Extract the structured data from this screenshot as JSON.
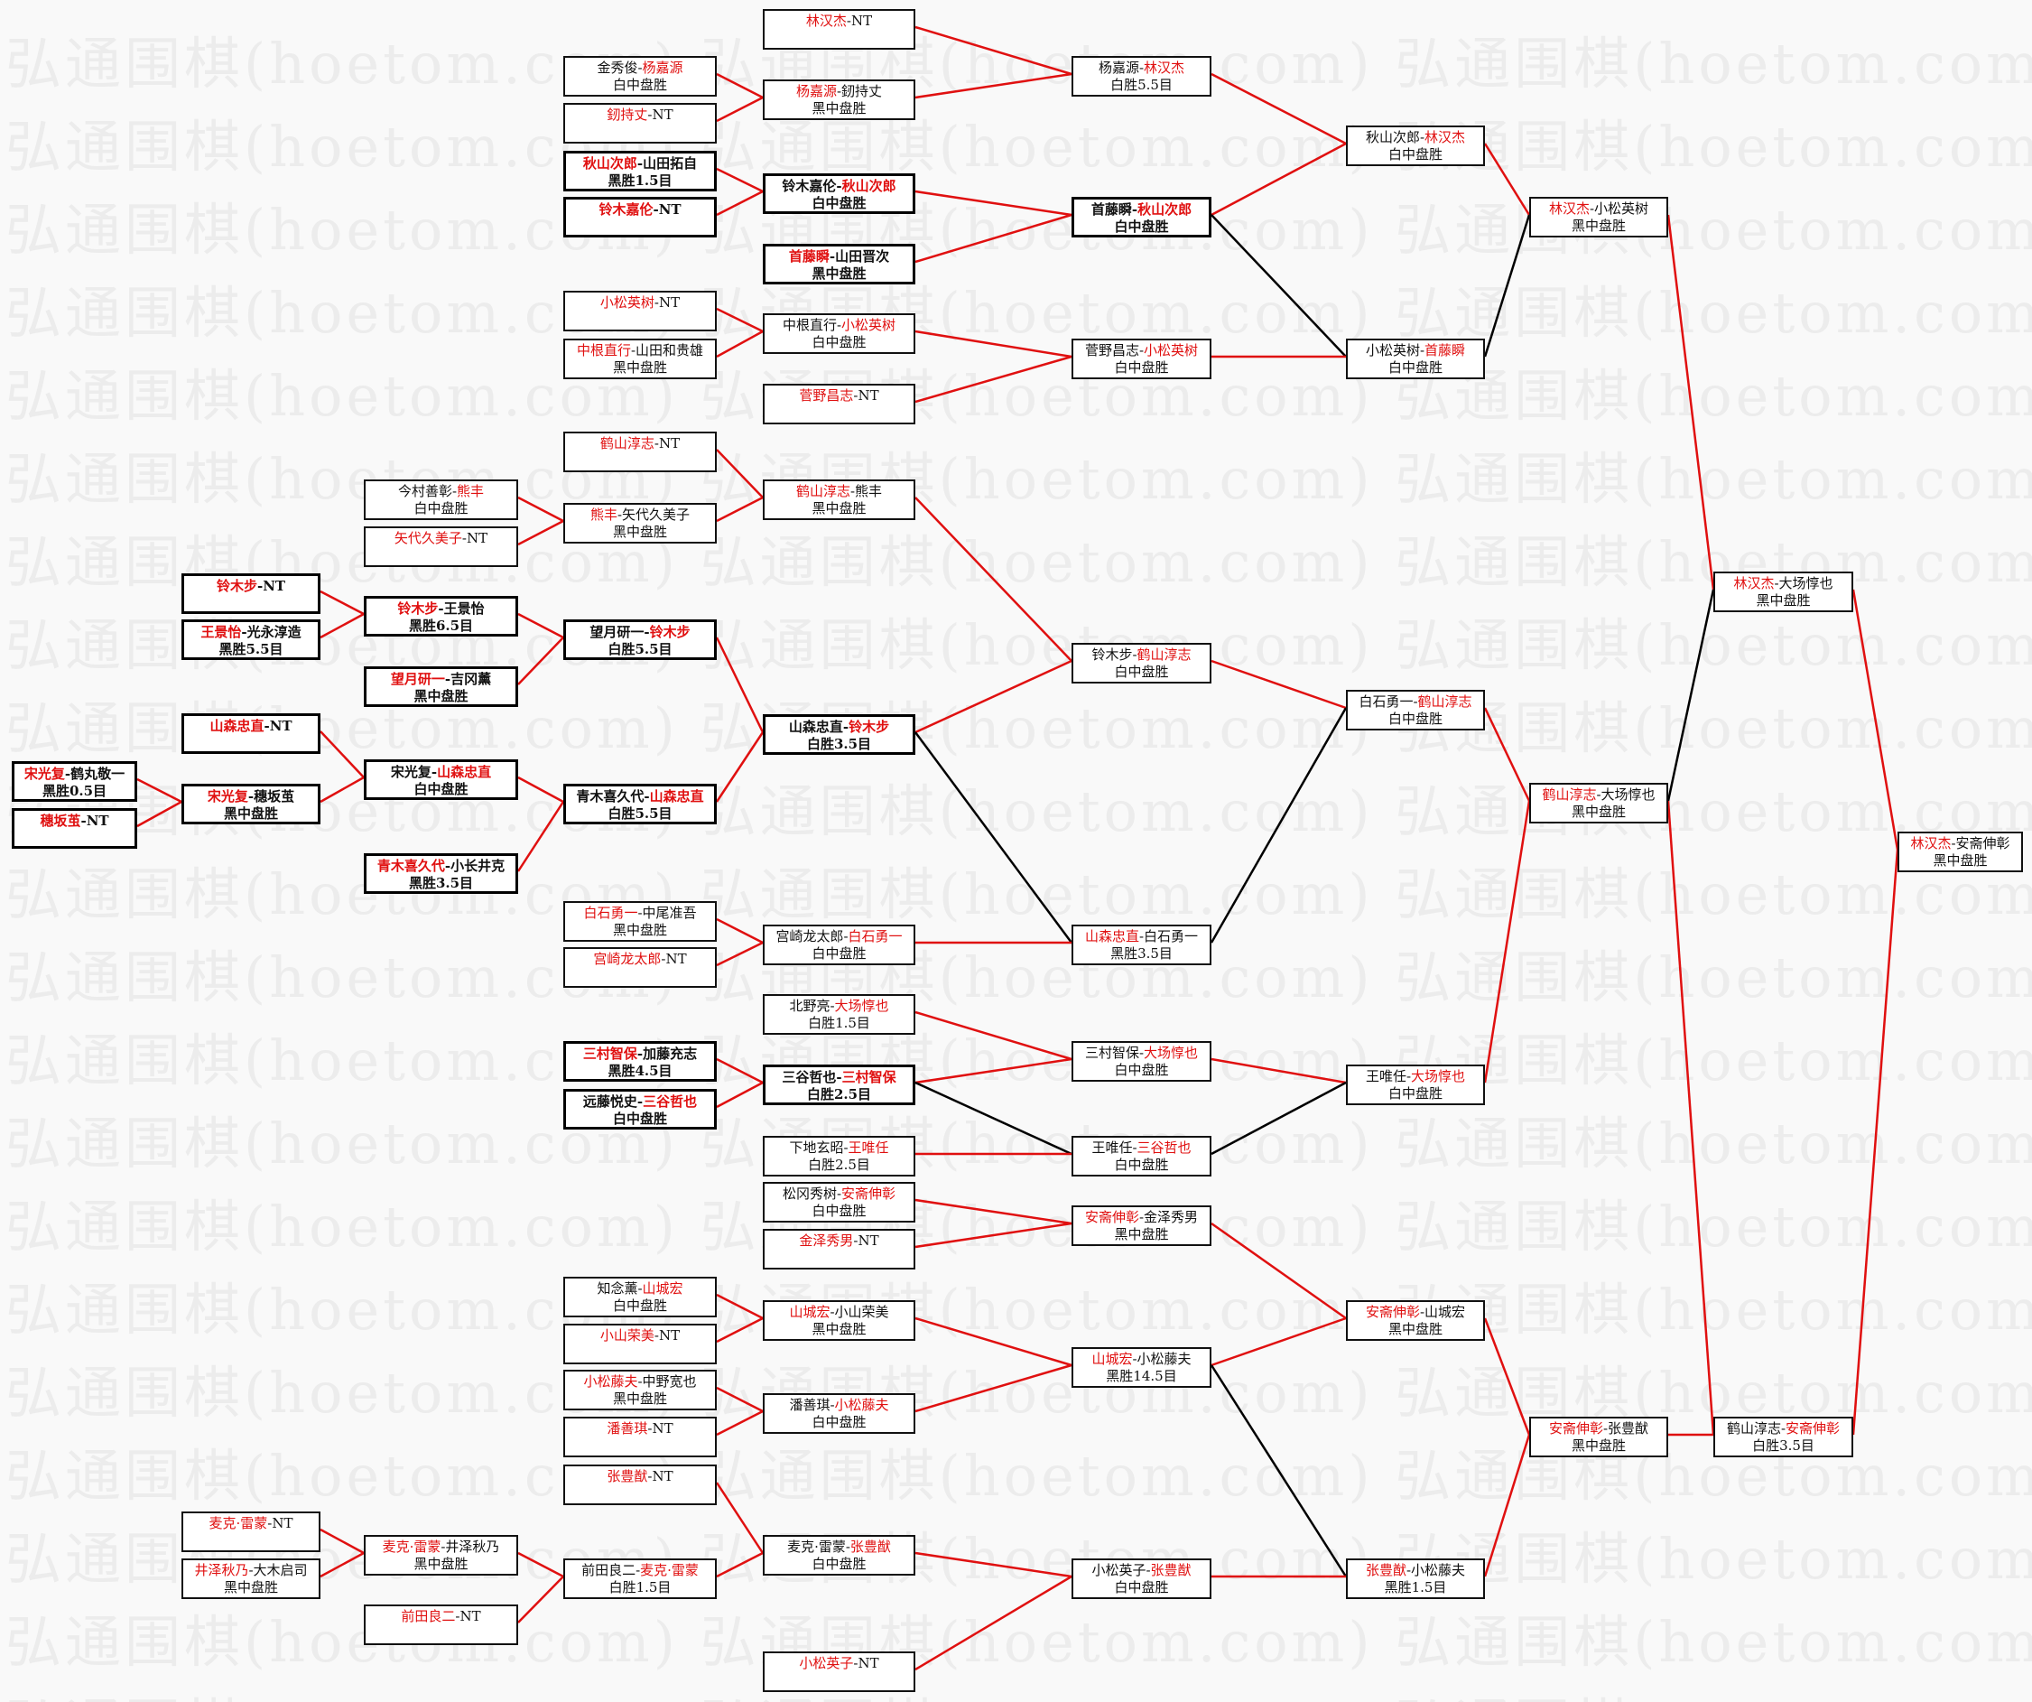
{
  "title": "Double elimination tournament bracket",
  "watermark": "弘通围棋(hoetom.com)",
  "colors": {
    "winner_text": "#e01010",
    "winner_path": "#e01010",
    "loser_path": "#000000",
    "box_border": "#111111"
  },
  "matches": [
    {
      "id": "m01",
      "p1": "林汉杰",
      "p2": "NT",
      "winner": 1,
      "result": "",
      "highlight": false
    },
    {
      "id": "m02",
      "p1": "金秀俊",
      "p2": "杨嘉源",
      "winner": 2,
      "result": "白中盘胜",
      "highlight": false
    },
    {
      "id": "m03",
      "p1": "釰持丈",
      "p2": "NT",
      "winner": 1,
      "result": "",
      "highlight": false
    },
    {
      "id": "m04",
      "p1": "杨嘉源",
      "p2": "釰持丈",
      "winner": 1,
      "result": "黑中盘胜",
      "highlight": false
    },
    {
      "id": "m05",
      "p1": "杨嘉源",
      "p2": "林汉杰",
      "winner": 2,
      "result": "白胜5.5目",
      "highlight": false
    },
    {
      "id": "m06",
      "p1": "秋山次郎",
      "p2": "山田拓自",
      "winner": 1,
      "result": "黑胜1.5目",
      "highlight": true
    },
    {
      "id": "m07",
      "p1": "铃木嘉伦",
      "p2": "NT",
      "winner": 1,
      "result": "",
      "highlight": true
    },
    {
      "id": "m08",
      "p1": "铃木嘉伦",
      "p2": "秋山次郎",
      "winner": 2,
      "result": "白中盘胜",
      "highlight": true
    },
    {
      "id": "m09",
      "p1": "首藤瞬",
      "p2": "山田晋次",
      "winner": 1,
      "result": "黑中盘胜",
      "highlight": true
    },
    {
      "id": "m10",
      "p1": "首藤瞬",
      "p2": "秋山次郎",
      "winner": 2,
      "result": "白中盘胜",
      "highlight": true
    },
    {
      "id": "m11",
      "p1": "秋山次郎",
      "p2": "林汉杰",
      "winner": 2,
      "result": "白中盘胜",
      "highlight": false
    },
    {
      "id": "m12",
      "p1": "小松英树",
      "p2": "NT",
      "winner": 1,
      "result": "",
      "highlight": false
    },
    {
      "id": "m13",
      "p1": "中根直行",
      "p2": "山田和贵雄",
      "winner": 1,
      "result": "黑中盘胜",
      "highlight": false
    },
    {
      "id": "m14",
      "p1": "中根直行",
      "p2": "小松英树",
      "winner": 2,
      "result": "白中盘胜",
      "highlight": false
    },
    {
      "id": "m15",
      "p1": "菅野昌志",
      "p2": "NT",
      "winner": 1,
      "result": "",
      "highlight": false
    },
    {
      "id": "m16",
      "p1": "菅野昌志",
      "p2": "小松英树",
      "winner": 2,
      "result": "白中盘胜",
      "highlight": false
    },
    {
      "id": "m17",
      "p1": "小松英树",
      "p2": "首藤瞬",
      "winner": 2,
      "result": "白中盘胜",
      "highlight": false
    },
    {
      "id": "m18",
      "p1": "林汉杰",
      "p2": "小松英树",
      "winner": 1,
      "result": "黑中盘胜",
      "highlight": false
    },
    {
      "id": "m19",
      "p1": "鹤山淳志",
      "p2": "NT",
      "winner": 1,
      "result": "",
      "highlight": false
    },
    {
      "id": "m20",
      "p1": "今村善彰",
      "p2": "熊丰",
      "winner": 2,
      "result": "白中盘胜",
      "highlight": false
    },
    {
      "id": "m21",
      "p1": "矢代久美子",
      "p2": "NT",
      "winner": 1,
      "result": "",
      "highlight": false
    },
    {
      "id": "m22",
      "p1": "熊丰",
      "p2": "矢代久美子",
      "winner": 1,
      "result": "黑中盘胜",
      "highlight": false
    },
    {
      "id": "m23",
      "p1": "鹤山淳志",
      "p2": "熊丰",
      "winner": 1,
      "result": "黑中盘胜",
      "highlight": false
    },
    {
      "id": "m24",
      "p1": "铃木步",
      "p2": "NT",
      "winner": 1,
      "result": "",
      "highlight": true
    },
    {
      "id": "m25",
      "p1": "王景怡",
      "p2": "光永淳造",
      "winner": 1,
      "result": "黑胜5.5目",
      "highlight": true
    },
    {
      "id": "m26",
      "p1": "铃木步",
      "p2": "王景怡",
      "winner": 1,
      "result": "黑胜6.5目",
      "highlight": true
    },
    {
      "id": "m27",
      "p1": "望月研一",
      "p2": "吉冈薰",
      "winner": 1,
      "result": "黑中盘胜",
      "highlight": true
    },
    {
      "id": "m28",
      "p1": "望月研一",
      "p2": "铃木步",
      "winner": 2,
      "result": "白胜5.5目",
      "highlight": true
    },
    {
      "id": "m29",
      "p1": "山森忠直",
      "p2": "NT",
      "winner": 1,
      "result": "",
      "highlight": true
    },
    {
      "id": "m30",
      "p1": "宋光复",
      "p2": "鹤丸敬一",
      "winner": 1,
      "result": "黑胜0.5目",
      "highlight": true
    },
    {
      "id": "m31",
      "p1": "穗坂茧",
      "p2": "NT",
      "winner": 1,
      "result": "",
      "highlight": true
    },
    {
      "id": "m32",
      "p1": "宋光复",
      "p2": "穗坂茧",
      "winner": 1,
      "result": "黑中盘胜",
      "highlight": true
    },
    {
      "id": "m33",
      "p1": "宋光复",
      "p2": "山森忠直",
      "winner": 2,
      "result": "白中盘胜",
      "highlight": true
    },
    {
      "id": "m34",
      "p1": "青木喜久代",
      "p2": "小长井克",
      "winner": 1,
      "result": "黑胜3.5目",
      "highlight": true
    },
    {
      "id": "m35",
      "p1": "青木喜久代",
      "p2": "山森忠直",
      "winner": 2,
      "result": "白胜5.5目",
      "highlight": true
    },
    {
      "id": "m36",
      "p1": "山森忠直",
      "p2": "铃木步",
      "winner": 2,
      "result": "白胜3.5目",
      "highlight": true
    },
    {
      "id": "m37",
      "p1": "铃木步",
      "p2": "鹤山淳志",
      "winner": 2,
      "result": "白中盘胜",
      "highlight": false
    },
    {
      "id": "m38",
      "p1": "白石勇一",
      "p2": "中尾准吾",
      "winner": 1,
      "result": "黑中盘胜",
      "highlight": false
    },
    {
      "id": "m39",
      "p1": "宫崎龙太郎",
      "p2": "NT",
      "winner": 1,
      "result": "",
      "highlight": false
    },
    {
      "id": "m40",
      "p1": "宫崎龙太郎",
      "p2": "白石勇一",
      "winner": 2,
      "result": "白中盘胜",
      "highlight": false
    },
    {
      "id": "m41",
      "p1": "山森忠直",
      "p2": "白石勇一",
      "winner": 1,
      "result": "黑胜3.5目",
      "highlight": false
    },
    {
      "id": "m42",
      "p1": "白石勇一",
      "p2": "鹤山淳志",
      "winner": 2,
      "result": "白中盘胜",
      "highlight": false
    },
    {
      "id": "m43",
      "p1": "北野亮",
      "p2": "大场惇也",
      "winner": 2,
      "result": "白胜1.5目",
      "highlight": false
    },
    {
      "id": "m44",
      "p1": "三村智保",
      "p2": "加藤充志",
      "winner": 1,
      "result": "黑胜4.5目",
      "highlight": true
    },
    {
      "id": "m45",
      "p1": "远藤悦史",
      "p2": "三谷哲也",
      "winner": 2,
      "result": "白中盘胜",
      "highlight": true
    },
    {
      "id": "m46",
      "p1": "三谷哲也",
      "p2": "三村智保",
      "winner": 2,
      "result": "白胜2.5目",
      "highlight": true
    },
    {
      "id": "m47",
      "p1": "三村智保",
      "p2": "大场惇也",
      "winner": 2,
      "result": "白中盘胜",
      "highlight": false
    },
    {
      "id": "m48",
      "p1": "下地玄昭",
      "p2": "王唯任",
      "winner": 2,
      "result": "白胜2.5目",
      "highlight": false
    },
    {
      "id": "m49",
      "p1": "王唯任",
      "p2": "三谷哲也",
      "winner": 2,
      "result": "白中盘胜",
      "highlight": false
    },
    {
      "id": "m50",
      "p1": "王唯任",
      "p2": "大场惇也",
      "winner": 2,
      "result": "白中盘胜",
      "highlight": false
    },
    {
      "id": "m51",
      "p1": "鹤山淳志",
      "p2": "大场惇也",
      "winner": 1,
      "result": "黑中盘胜",
      "highlight": false
    },
    {
      "id": "m52",
      "p1": "林汉杰",
      "p2": "大场惇也",
      "winner": 1,
      "result": "黑中盘胜",
      "highlight": false
    },
    {
      "id": "m53",
      "p1": "松冈秀树",
      "p2": "安斋伸彰",
      "winner": 2,
      "result": "白中盘胜",
      "highlight": false
    },
    {
      "id": "m54",
      "p1": "金泽秀男",
      "p2": "NT",
      "winner": 1,
      "result": "",
      "highlight": false
    },
    {
      "id": "m55",
      "p1": "安斋伸彰",
      "p2": "金泽秀男",
      "winner": 1,
      "result": "黑中盘胜",
      "highlight": false
    },
    {
      "id": "m56",
      "p1": "知念薰",
      "p2": "山城宏",
      "winner": 2,
      "result": "白中盘胜",
      "highlight": false
    },
    {
      "id": "m57",
      "p1": "小山荣美",
      "p2": "NT",
      "winner": 1,
      "result": "",
      "highlight": false
    },
    {
      "id": "m58",
      "p1": "山城宏",
      "p2": "小山荣美",
      "winner": 1,
      "result": "黑中盘胜",
      "highlight": false
    },
    {
      "id": "m59",
      "p1": "小松藤夫",
      "p2": "中野宽也",
      "winner": 1,
      "result": "黑中盘胜",
      "highlight": false
    },
    {
      "id": "m60",
      "p1": "潘善琪",
      "p2": "NT",
      "winner": 1,
      "result": "",
      "highlight": false
    },
    {
      "id": "m61",
      "p1": "潘善琪",
      "p2": "小松藤夫",
      "winner": 2,
      "result": "白中盘胜",
      "highlight": false
    },
    {
      "id": "m62",
      "p1": "山城宏",
      "p2": "小松藤夫",
      "winner": 1,
      "result": "黑胜14.5目",
      "highlight": false
    },
    {
      "id": "m63",
      "p1": "安斋伸彰",
      "p2": "山城宏",
      "winner": 1,
      "result": "黑中盘胜",
      "highlight": false
    },
    {
      "id": "m64",
      "p1": "张豊猷",
      "p2": "NT",
      "winner": 1,
      "result": "",
      "highlight": false
    },
    {
      "id": "m65",
      "p1": "麦克·雷蒙",
      "p2": "NT",
      "winner": 1,
      "result": "",
      "highlight": false
    },
    {
      "id": "m66",
      "p1": "井泽秋乃",
      "p2": "大木启司",
      "winner": 1,
      "result": "黑中盘胜",
      "highlight": false
    },
    {
      "id": "m67",
      "p1": "麦克·雷蒙",
      "p2": "井泽秋乃",
      "winner": 1,
      "result": "黑中盘胜",
      "highlight": false
    },
    {
      "id": "m68",
      "p1": "前田良二",
      "p2": "NT",
      "winner": 1,
      "result": "",
      "highlight": false
    },
    {
      "id": "m69",
      "p1": "前田良二",
      "p2": "麦克·雷蒙",
      "winner": 2,
      "result": "白胜1.5目",
      "highlight": false
    },
    {
      "id": "m70",
      "p1": "麦克·雷蒙",
      "p2": "张豊猷",
      "winner": 2,
      "result": "白中盘胜",
      "highlight": false
    },
    {
      "id": "m71",
      "p1": "小松英子",
      "p2": "NT",
      "winner": 1,
      "result": "",
      "highlight": false
    },
    {
      "id": "m72",
      "p1": "小松英子",
      "p2": "张豊猷",
      "winner": 2,
      "result": "白中盘胜",
      "highlight": false
    },
    {
      "id": "m73",
      "p1": "张豊猷",
      "p2": "小松藤夫",
      "winner": 1,
      "result": "黑胜1.5目",
      "highlight": false
    },
    {
      "id": "m74",
      "p1": "安斋伸彰",
      "p2": "张豊猷",
      "winner": 1,
      "result": "黑中盘胜",
      "highlight": false
    },
    {
      "id": "m75",
      "p1": "鹤山淳志",
      "p2": "安斋伸彰",
      "winner": 2,
      "result": "白胜3.5目",
      "highlight": false
    },
    {
      "id": "m76",
      "p1": "林汉杰",
      "p2": "安斋伸彰",
      "winner": 1,
      "result": "黑中盘胜",
      "highlight": false
    }
  ],
  "links": [
    {
      "from": "m02",
      "to": "m04",
      "path": "winner"
    },
    {
      "from": "m03",
      "to": "m04",
      "path": "winner"
    },
    {
      "from": "m01",
      "to": "m05",
      "path": "winner"
    },
    {
      "from": "m04",
      "to": "m05",
      "path": "winner"
    },
    {
      "from": "m06",
      "to": "m08",
      "path": "winner"
    },
    {
      "from": "m07",
      "to": "m08",
      "path": "winner"
    },
    {
      "from": "m08",
      "to": "m10",
      "path": "winner"
    },
    {
      "from": "m09",
      "to": "m10",
      "path": "winner"
    },
    {
      "from": "m05",
      "to": "m11",
      "path": "winner"
    },
    {
      "from": "m10",
      "to": "m11",
      "path": "winner"
    },
    {
      "from": "m10",
      "to": "m17",
      "path": "loser"
    },
    {
      "from": "m12",
      "to": "m14",
      "path": "winner"
    },
    {
      "from": "m13",
      "to": "m14",
      "path": "winner"
    },
    {
      "from": "m14",
      "to": "m16",
      "path": "winner"
    },
    {
      "from": "m15",
      "to": "m16",
      "path": "winner"
    },
    {
      "from": "m16",
      "to": "m17",
      "path": "winner"
    },
    {
      "from": "m11",
      "to": "m18",
      "path": "winner"
    },
    {
      "from": "m17",
      "to": "m18",
      "path": "loser"
    },
    {
      "from": "m18",
      "to": "m52",
      "path": "winner"
    },
    {
      "from": "m19",
      "to": "m23",
      "path": "winner"
    },
    {
      "from": "m20",
      "to": "m22",
      "path": "winner"
    },
    {
      "from": "m21",
      "to": "m22",
      "path": "winner"
    },
    {
      "from": "m22",
      "to": "m23",
      "path": "winner"
    },
    {
      "from": "m23",
      "to": "m37",
      "path": "winner"
    },
    {
      "from": "m24",
      "to": "m26",
      "path": "winner"
    },
    {
      "from": "m25",
      "to": "m26",
      "path": "winner"
    },
    {
      "from": "m26",
      "to": "m28",
      "path": "winner"
    },
    {
      "from": "m27",
      "to": "m28",
      "path": "winner"
    },
    {
      "from": "m28",
      "to": "m36",
      "path": "winner"
    },
    {
      "from": "m29",
      "to": "m33",
      "path": "winner"
    },
    {
      "from": "m30",
      "to": "m32",
      "path": "winner"
    },
    {
      "from": "m31",
      "to": "m32",
      "path": "winner"
    },
    {
      "from": "m32",
      "to": "m33",
      "path": "winner"
    },
    {
      "from": "m33",
      "to": "m35",
      "path": "winner"
    },
    {
      "from": "m34",
      "to": "m35",
      "path": "winner"
    },
    {
      "from": "m35",
      "to": "m36",
      "path": "winner"
    },
    {
      "from": "m36",
      "to": "m37",
      "path": "winner"
    },
    {
      "from": "m36",
      "to": "m41",
      "path": "loser"
    },
    {
      "from": "m38",
      "to": "m40",
      "path": "winner"
    },
    {
      "from": "m39",
      "to": "m40",
      "path": "winner"
    },
    {
      "from": "m40",
      "to": "m41",
      "path": "winner"
    },
    {
      "from": "m37",
      "to": "m42",
      "path": "winner"
    },
    {
      "from": "m41",
      "to": "m42",
      "path": "loser"
    },
    {
      "from": "m42",
      "to": "m51",
      "path": "winner"
    },
    {
      "from": "m43",
      "to": "m47",
      "path": "winner"
    },
    {
      "from": "m44",
      "to": "m46",
      "path": "winner"
    },
    {
      "from": "m45",
      "to": "m46",
      "path": "winner"
    },
    {
      "from": "m46",
      "to": "m47",
      "path": "winner"
    },
    {
      "from": "m46",
      "to": "m49",
      "path": "loser"
    },
    {
      "from": "m48",
      "to": "m49",
      "path": "winner"
    },
    {
      "from": "m47",
      "to": "m50",
      "path": "winner"
    },
    {
      "from": "m49",
      "to": "m50",
      "path": "loser"
    },
    {
      "from": "m50",
      "to": "m51",
      "path": "winner"
    },
    {
      "from": "m51",
      "to": "m52",
      "path": "loser"
    },
    {
      "from": "m51",
      "to": "m75",
      "path": "winner"
    },
    {
      "from": "m52",
      "to": "m76",
      "path": "winner"
    },
    {
      "from": "m75",
      "to": "m76",
      "path": "winner"
    },
    {
      "from": "m53",
      "to": "m55",
      "path": "winner"
    },
    {
      "from": "m54",
      "to": "m55",
      "path": "winner"
    },
    {
      "from": "m56",
      "to": "m58",
      "path": "winner"
    },
    {
      "from": "m57",
      "to": "m58",
      "path": "winner"
    },
    {
      "from": "m59",
      "to": "m61",
      "path": "winner"
    },
    {
      "from": "m60",
      "to": "m61",
      "path": "winner"
    },
    {
      "from": "m58",
      "to": "m62",
      "path": "winner"
    },
    {
      "from": "m61",
      "to": "m62",
      "path": "winner"
    },
    {
      "from": "m55",
      "to": "m63",
      "path": "winner"
    },
    {
      "from": "m62",
      "to": "m63",
      "path": "winner"
    },
    {
      "from": "m62",
      "to": "m73",
      "path": "loser"
    },
    {
      "from": "m65",
      "to": "m67",
      "path": "winner"
    },
    {
      "from": "m66",
      "to": "m67",
      "path": "winner"
    },
    {
      "from": "m67",
      "to": "m69",
      "path": "winner"
    },
    {
      "from": "m68",
      "to": "m69",
      "path": "winner"
    },
    {
      "from": "m64",
      "to": "m70",
      "path": "winner"
    },
    {
      "from": "m69",
      "to": "m70",
      "path": "winner"
    },
    {
      "from": "m70",
      "to": "m72",
      "path": "winner"
    },
    {
      "from": "m71",
      "to": "m72",
      "path": "winner"
    },
    {
      "from": "m72",
      "to": "m73",
      "path": "winner"
    },
    {
      "from": "m63",
      "to": "m74",
      "path": "winner"
    },
    {
      "from": "m73",
      "to": "m74",
      "path": "winner"
    },
    {
      "from": "m74",
      "to": "m75",
      "path": "winner"
    }
  ]
}
